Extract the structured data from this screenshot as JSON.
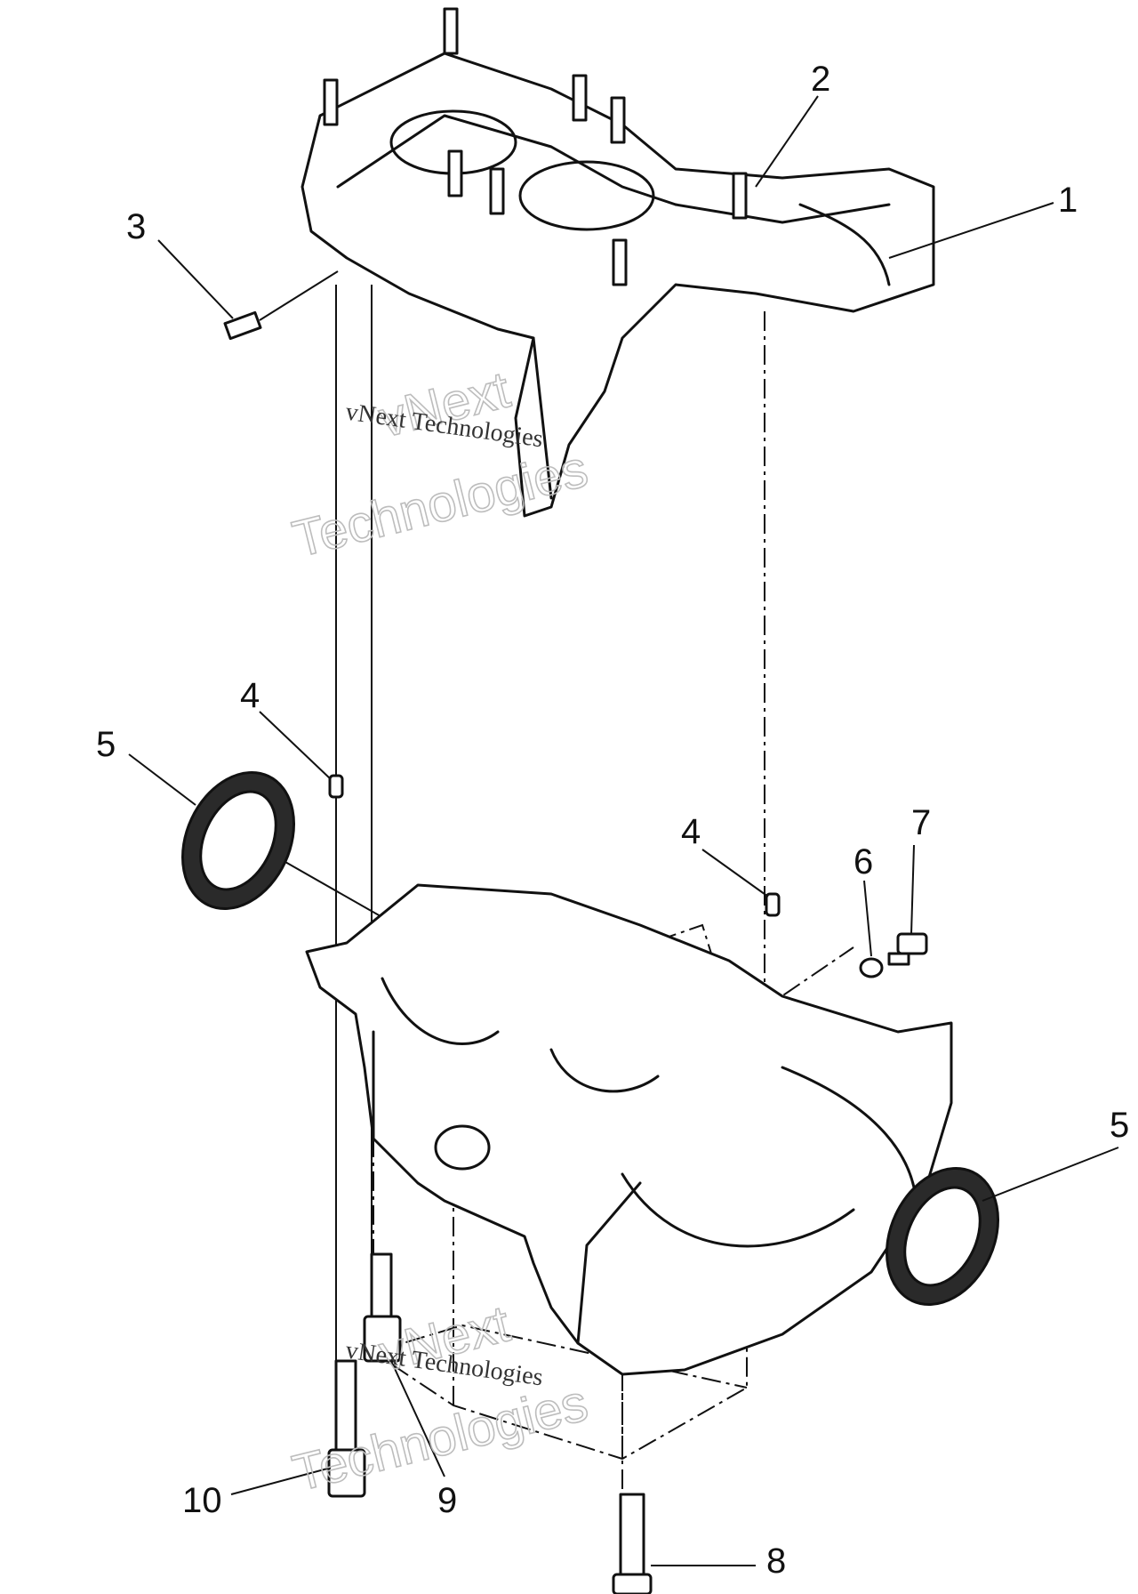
{
  "callouts": {
    "c1": "1",
    "c2": "2",
    "c3": "3",
    "c4a": "4",
    "c4b": "4",
    "c5a": "5",
    "c5b": "5",
    "c6": "6",
    "c7": "7",
    "c8": "8",
    "c9": "9",
    "c10": "10"
  },
  "watermarks": {
    "upper_large_1": "vNext",
    "upper_large_2": "Technologies",
    "upper_small": "vNext Technologies",
    "lower_large_1": "vNext",
    "lower_large_2": "Technologies",
    "lower_small": "vNext Technologies"
  },
  "colors": {
    "ink": "#111111",
    "watermark": "#bdbdbd",
    "background": "#ffffff"
  }
}
